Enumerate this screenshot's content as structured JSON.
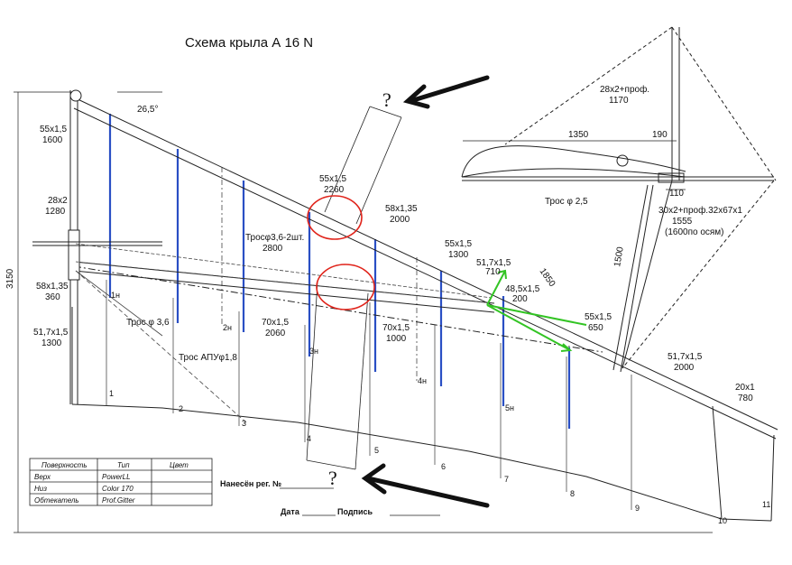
{
  "title": "Схема крыла А 16 N",
  "angle_label": "26,5°",
  "height_label": "3150",
  "question_marks": [
    "?",
    "?"
  ],
  "dimensions": [
    {
      "size": "55x1,5",
      "length": "1600"
    },
    {
      "size": "28x2",
      "length": "1280"
    },
    {
      "size": "58x1,35",
      "length": "360"
    },
    {
      "size": "51,7x1,5",
      "length": "1300"
    },
    {
      "size": "55x1,5",
      "length": "2260"
    },
    {
      "size": "58x1,35",
      "length": "2000"
    },
    {
      "size": "Тросφ3,6-2шт.",
      "length": "2800"
    },
    {
      "size": "55x1,5",
      "length": "1300"
    },
    {
      "size": "51,7x1,5",
      "length": "710"
    },
    {
      "size": "48,5x1,5",
      "length": "200"
    },
    {
      "size": "55x1,5",
      "length": "650"
    },
    {
      "size": "70x1,5",
      "length": "2060"
    },
    {
      "size": "70x1,5",
      "length": "1000"
    },
    {
      "size": "51,7x1,5",
      "length": "2000"
    },
    {
      "size": "20x1",
      "length": "780"
    },
    {
      "size": "28x2+проф.",
      "length": "1170"
    },
    {
      "size": "30x2+проф.32x67x1",
      "length": "1555"
    }
  ],
  "cross_section": {
    "chord_label": "1350",
    "rear_label": "190",
    "bottom_label": "110",
    "strut_note": "(1600по осям)",
    "mast_label": "1500",
    "diag_label": "1850"
  },
  "cables": {
    "cable_25": "Трос φ 2,5",
    "cable_36": "Трос φ 3,6",
    "cable_apu": "Трос АПУφ1,8"
  },
  "rib_numbers": [
    "1",
    "2",
    "3",
    "4",
    "5",
    "6",
    "7",
    "8",
    "9",
    "10",
    "11"
  ],
  "batten_labels": [
    "1н",
    "2н",
    "3н",
    "4н",
    "5н"
  ],
  "table": {
    "headers": [
      "Поверхность",
      "Тип",
      "Цвет"
    ],
    "rows": [
      [
        "Верх",
        "PowerLL",
        ""
      ],
      [
        "Низ",
        "Color 170",
        ""
      ],
      [
        "Обтекатель",
        "Prof.Gitter",
        ""
      ]
    ]
  },
  "reg_label": "Нанесён рег. №",
  "date_label": "Дата",
  "sign_label": "Подпись",
  "colors": {
    "batten": "#2a4fc4",
    "highlight": "#e0241b",
    "force": "#33c424",
    "ink": "#111111"
  }
}
